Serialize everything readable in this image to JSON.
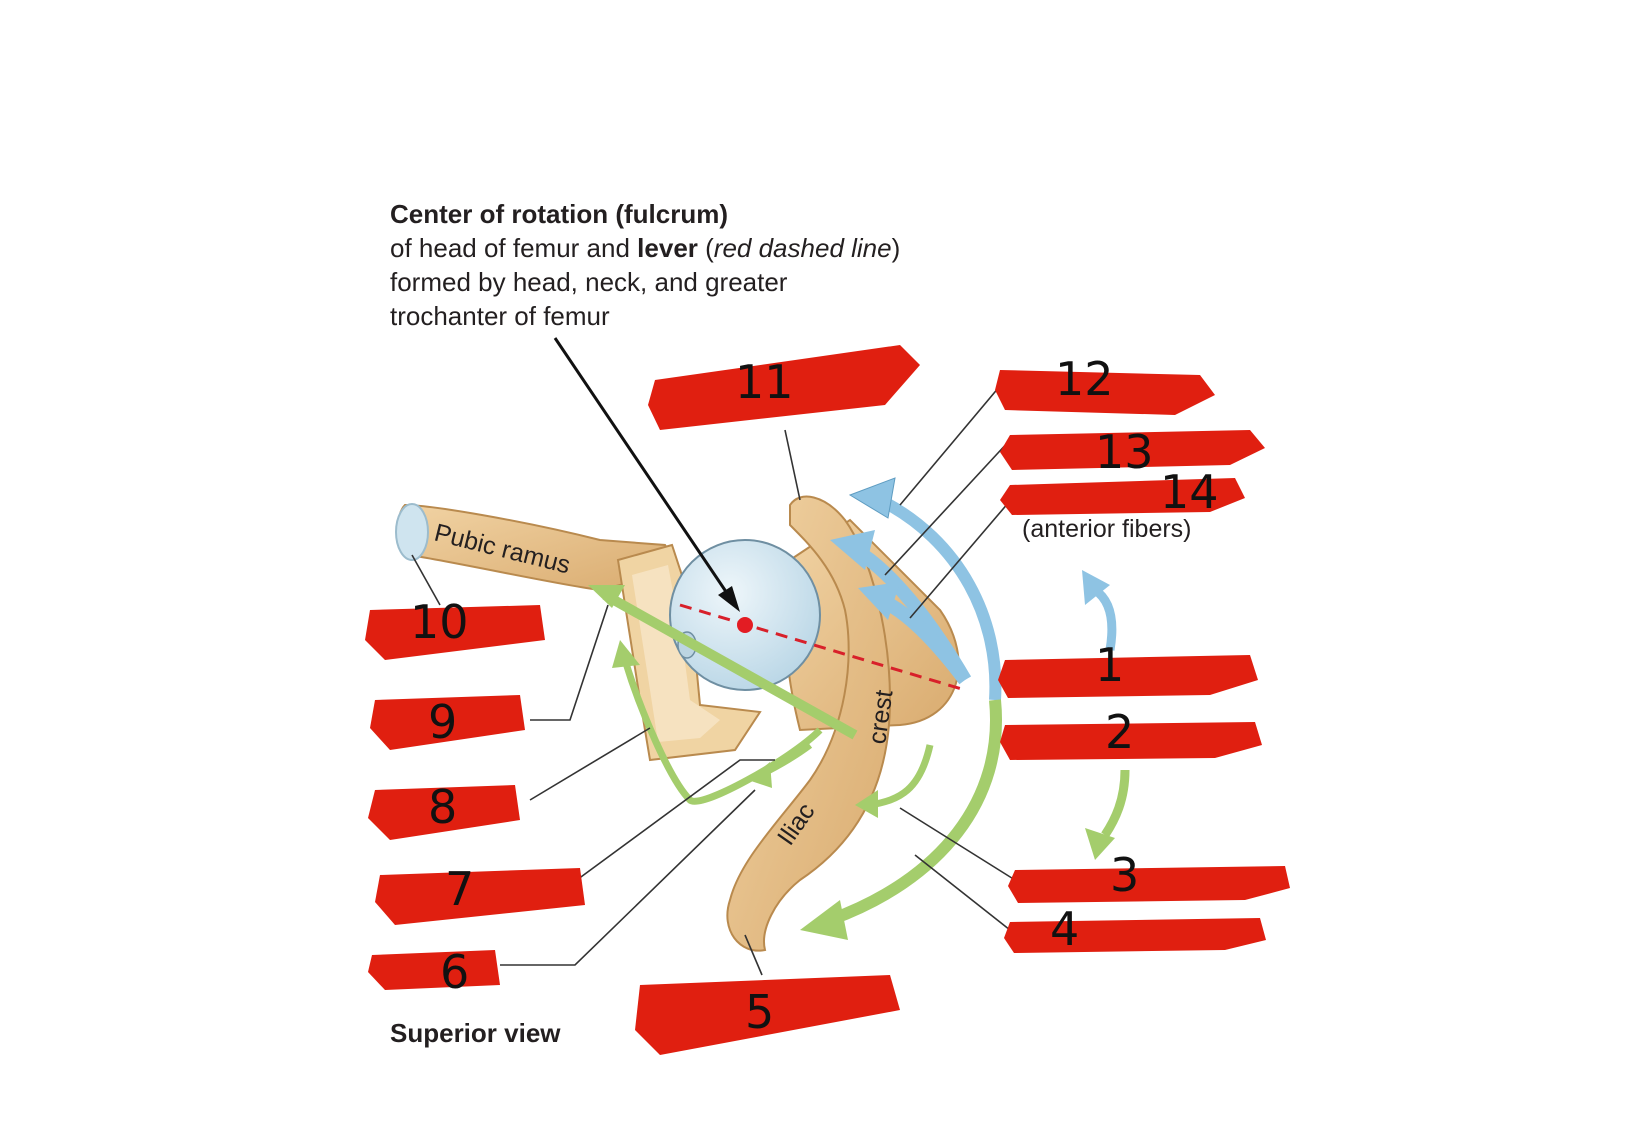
{
  "caption": {
    "title": "Center of rotation (fulcrum)",
    "line2_a": "of head of femur and ",
    "line2_bold": "lever",
    "line2_b": " (",
    "line2_italic": "red dashed line",
    "line2_c": ")",
    "line3": "formed by head, neck, and greater",
    "line4": "trochanter of femur"
  },
  "bone_labels": {
    "pubic_ramus": "Pubic ramus",
    "crest": "crest",
    "iliac": "Iliac"
  },
  "anterior_fibers": "(anterior fibers)",
  "view_label": "Superior view",
  "numbers": [
    "1",
    "2",
    "3",
    "4",
    "5",
    "6",
    "7",
    "8",
    "9",
    "10",
    "11",
    "12",
    "13",
    "14"
  ],
  "colors": {
    "redaction": "#e01f10",
    "bone": "#e9c48f",
    "femur_head": "#cfe4ef",
    "blue_arrow": "#8ec3e3",
    "green_arrow": "#a4cd6c",
    "lever_line": "#d8202a",
    "leader": "#333333"
  }
}
